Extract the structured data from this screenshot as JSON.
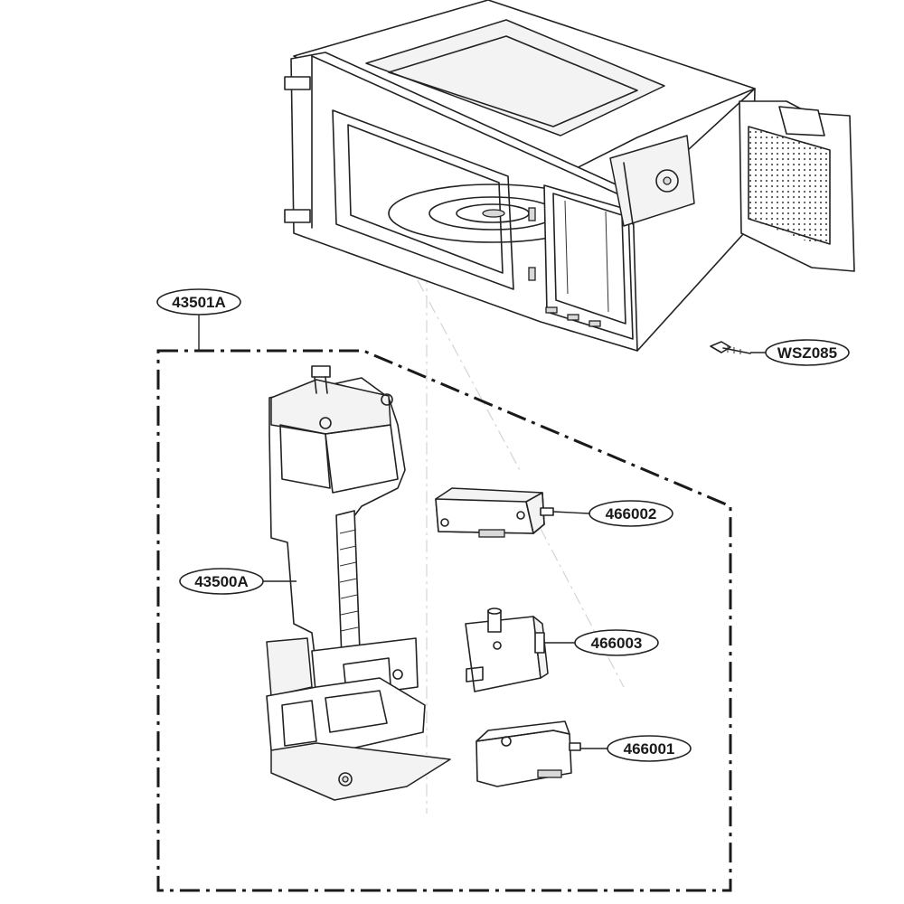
{
  "callouts": {
    "assembly": "43501A",
    "frame": "43500A",
    "screw": "WSZ085",
    "switch_top": "466002",
    "switch_middle": "466003",
    "switch_bottom": "466001"
  }
}
